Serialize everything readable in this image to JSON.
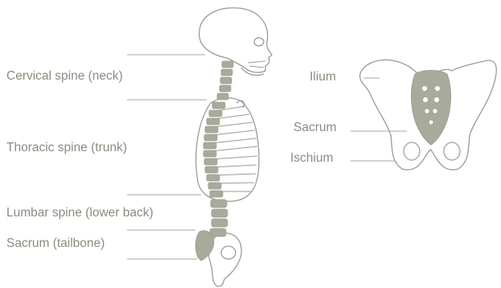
{
  "colors": {
    "bone_outline": "#9a9d92",
    "vertebra_fill": "#a8ab9b",
    "label_text": "#8a8d80",
    "leader_line": "#b8bbaf",
    "background": "#ffffff"
  },
  "spine_labels": {
    "cervical": "Cervical spine (neck)",
    "thoracic": "Thoracic spine (trunk)",
    "lumbar": "Lumbar spine (lower back)",
    "sacrum": "Sacrum (tailbone)"
  },
  "pelvis_labels": {
    "ilium": "Ilium",
    "sacrum": "Sacrum",
    "ischium": "Ischium"
  },
  "icons": {
    "skeleton": "spine-skeleton-icon",
    "pelvis": "pelvis-icon"
  }
}
